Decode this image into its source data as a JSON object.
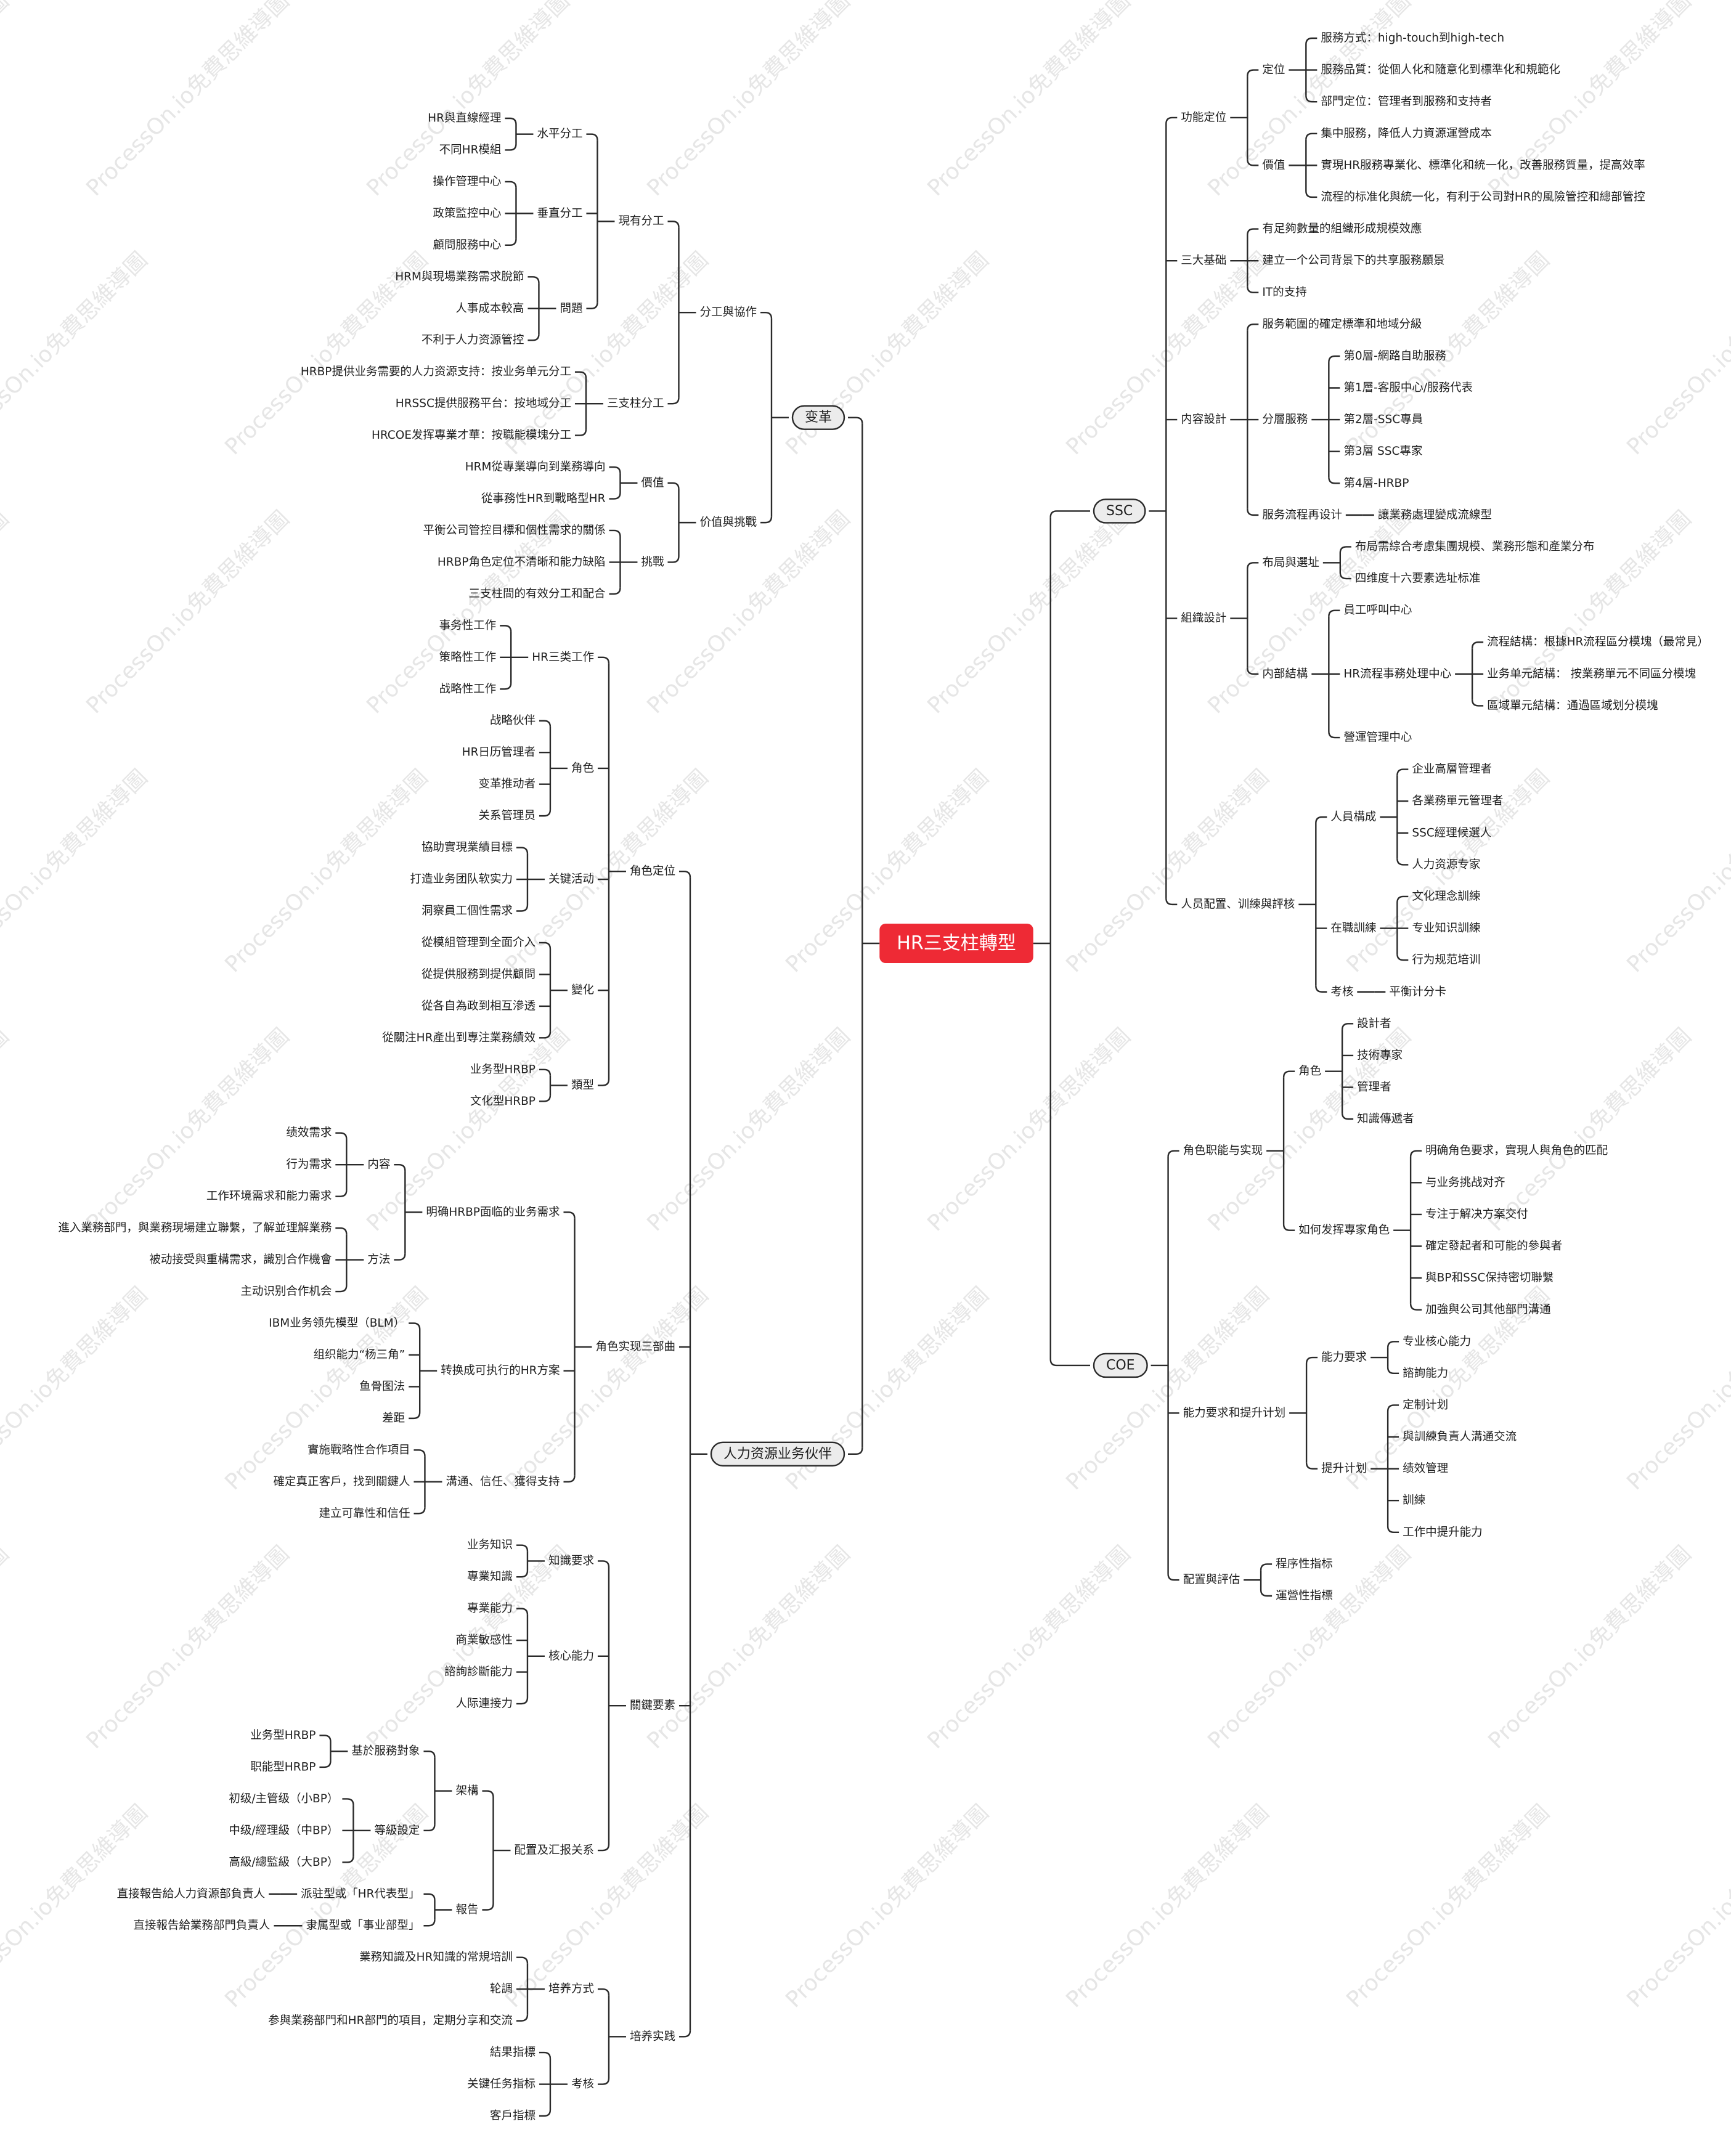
{
  "root": "HR三支柱轉型",
  "watermark": "ProcessOn.io免費思維導圖",
  "style": {
    "root_fill": "#ee2a35",
    "root_text": "#ffffff",
    "line": "#2a2a2a",
    "node_fill": "#ececec",
    "text": "#1f1f1f"
  },
  "left": [
    {
      "label": "变革",
      "children": [
        {
          "label": "分工與協作",
          "children": [
            {
              "label": "現有分工",
              "children": [
                {
                  "label": "水平分工",
                  "children": [
                    {
                      "label": "HR與直線經理"
                    },
                    {
                      "label": "不同HR模組"
                    }
                  ]
                },
                {
                  "label": "垂直分工",
                  "children": [
                    {
                      "label": "操作管理中心"
                    },
                    {
                      "label": "政策監控中心"
                    },
                    {
                      "label": "顧問服務中心"
                    }
                  ]
                },
                {
                  "label": "問題",
                  "children": [
                    {
                      "label": "HRM與現場業務需求脫節"
                    },
                    {
                      "label": "人事成本較高"
                    },
                    {
                      "label": "不利于人力资源管控"
                    }
                  ]
                }
              ]
            },
            {
              "label": "三支柱分工",
              "children": [
                {
                  "label": "HRBP提供业务需要的人力资源支持：按业务单元分工"
                },
                {
                  "label": "HRSSC提供服務平台：按地域分工"
                },
                {
                  "label": "HRCOE发挥專業才華：按職能模塊分工"
                }
              ]
            }
          ]
        },
        {
          "label": "价值與挑戰",
          "children": [
            {
              "label": "價值",
              "children": [
                {
                  "label": "HRM從專業導向到業務導向"
                },
                {
                  "label": "從事務性HR到戰略型HR"
                }
              ]
            },
            {
              "label": "挑戰",
              "children": [
                {
                  "label": "平衡公司管控目標和個性需求的關係"
                },
                {
                  "label": "HRBP角色定位不清晰和能力缺陷"
                },
                {
                  "label": "三支柱間的有效分工和配合"
                }
              ]
            }
          ]
        }
      ]
    },
    {
      "label": "人力资源业务伙伴",
      "children": [
        {
          "label": "角色定位",
          "children": [
            {
              "label": "HR三类工作",
              "children": [
                {
                  "label": "事务性工作"
                },
                {
                  "label": "策略性工作"
                },
                {
                  "label": "战略性工作"
                }
              ]
            },
            {
              "label": "角色",
              "children": [
                {
                  "label": "战略伙伴"
                },
                {
                  "label": "HR日历管理者"
                },
                {
                  "label": "变革推动者"
                },
                {
                  "label": "关系管理员"
                }
              ]
            },
            {
              "label": "关键活动",
              "children": [
                {
                  "label": "協助實現業績目標"
                },
                {
                  "label": "打造业务团队软实力"
                },
                {
                  "label": "洞察員工個性需求"
                }
              ]
            },
            {
              "label": "變化",
              "children": [
                {
                  "label": "從模組管理到全面介入"
                },
                {
                  "label": "從提供服務到提供顧問"
                },
                {
                  "label": "從各自為政到相互滲透"
                },
                {
                  "label": "從關注HR產出到專注業務績效"
                }
              ]
            },
            {
              "label": "類型",
              "children": [
                {
                  "label": "业务型HRBP"
                },
                {
                  "label": "文化型HRBP"
                }
              ]
            }
          ]
        },
        {
          "label": "角色实现三部曲",
          "children": [
            {
              "label": "明确HRBP面临的业务需求",
              "children": [
                {
                  "label": "内容",
                  "children": [
                    {
                      "label": "绩效需求"
                    },
                    {
                      "label": "行为需求"
                    },
                    {
                      "label": "工作环境需求和能力需求"
                    }
                  ]
                },
                {
                  "label": "方法",
                  "children": [
                    {
                      "label": "進入業務部門，與業務現場建立聯繫，了解並理解業務"
                    },
                    {
                      "label": "被动接受與重構需求，識別合作機會"
                    },
                    {
                      "label": "主动识别合作机会"
                    }
                  ]
                }
              ]
            },
            {
              "label": "转换成可执行的HR方案",
              "children": [
                {
                  "label": "IBM业务领先模型（BLM）"
                },
                {
                  "label": "组织能力“杨三角”"
                },
                {
                  "label": "鱼骨图法"
                },
                {
                  "label": "差距"
                }
              ]
            },
            {
              "label": "溝通、信任、獲得支持",
              "children": [
                {
                  "label": "實施戰略性合作項目"
                },
                {
                  "label": "確定真正客戶，找到關鍵人"
                },
                {
                  "label": "建立可靠性和信任"
                }
              ]
            }
          ]
        },
        {
          "label": "關鍵要素",
          "children": [
            {
              "label": "知識要求",
              "children": [
                {
                  "label": "业务知识"
                },
                {
                  "label": "專業知識"
                }
              ]
            },
            {
              "label": "核心能力",
              "children": [
                {
                  "label": "專業能力"
                },
                {
                  "label": "商業敏感性"
                },
                {
                  "label": "諮詢診斷能力"
                },
                {
                  "label": "人际連接力"
                }
              ]
            },
            {
              "label": "配置及汇报关系",
              "children": [
                {
                  "label": "架構",
                  "children": [
                    {
                      "label": "基於服務對象",
                      "children": [
                        {
                          "label": "业务型HRBP"
                        },
                        {
                          "label": "职能型HRBP"
                        }
                      ]
                    },
                    {
                      "label": "等級設定",
                      "children": [
                        {
                          "label": "初级/主管级（小BP）"
                        },
                        {
                          "label": "中级/經理級（中BP）"
                        },
                        {
                          "label": "高級/總監級（大BP）"
                        }
                      ]
                    }
                  ]
                },
                {
                  "label": "報告",
                  "children": [
                    {
                      "label": "派驻型或「HR代表型」",
                      "children": [
                        {
                          "label": "直接報告給人力資源部負責人"
                        }
                      ]
                    },
                    {
                      "label": "隶属型或「事业部型」",
                      "children": [
                        {
                          "label": "直接報告給業務部門負責人"
                        }
                      ]
                    }
                  ]
                }
              ]
            }
          ]
        },
        {
          "label": "培养实践",
          "children": [
            {
              "label": "培养方式",
              "children": [
                {
                  "label": "業務知識及HR知識的常規培訓"
                },
                {
                  "label": "轮調"
                },
                {
                  "label": "参與業務部門和HR部門的項目，定期分享和交流"
                }
              ]
            },
            {
              "label": "考核",
              "children": [
                {
                  "label": "結果指標"
                },
                {
                  "label": "关键任务指标"
                },
                {
                  "label": "客戶指標"
                }
              ]
            }
          ]
        }
      ]
    }
  ],
  "right": [
    {
      "label": "SSC",
      "children": [
        {
          "label": "功能定位",
          "children": [
            {
              "label": "定位",
              "children": [
                {
                  "label": "服務方式：high-touch到high-tech"
                },
                {
                  "label": "服務品質：從個人化和隨意化到標準化和規範化"
                },
                {
                  "label": "部門定位：管理者到服務和支持者"
                }
              ]
            },
            {
              "label": "價值",
              "children": [
                {
                  "label": "集中服務，降低人力資源運營成本"
                },
                {
                  "label": "實現HR服務專業化、標準化和統一化，改善服務質量，提高效率"
                },
                {
                  "label": "流程的标准化與統一化，有利于公司對HR的風險管控和總部管控"
                }
              ]
            }
          ]
        },
        {
          "label": "三大基础",
          "children": [
            {
              "label": "有足夠數量的組織形成規模效應"
            },
            {
              "label": "建立一个公司背景下的共享服務願景"
            },
            {
              "label": "IT的支持"
            }
          ]
        },
        {
          "label": "内容設計",
          "children": [
            {
              "label": "服务範圍的確定標準和地域分級"
            },
            {
              "label": "分層服務",
              "children": [
                {
                  "label": "第0層-網路自助服務"
                },
                {
                  "label": "第1層-客服中心/服務代表"
                },
                {
                  "label": "第2層-SSC專員"
                },
                {
                  "label": "第3層 SSC專家"
                },
                {
                  "label": "第4層-HRBP"
                }
              ]
            },
            {
              "label": "服务流程再设计",
              "children": [
                {
                  "label": "讓業務處理變成流線型"
                }
              ]
            }
          ]
        },
        {
          "label": "組織設計",
          "children": [
            {
              "label": "布局與選址",
              "children": [
                {
                  "label": "布局需綜合考慮集團規模、業務形態和產業分布"
                },
                {
                  "label": "四维度十六要素选址标准"
                }
              ]
            },
            {
              "label": "内部結構",
              "children": [
                {
                  "label": "員工呼叫中心"
                },
                {
                  "label": "HR流程事務处理中心",
                  "children": [
                    {
                      "label": "流程結構：根據HR流程區分模塊（最常見）"
                    },
                    {
                      "label": "业务单元結構： 按業務單元不同區分模塊"
                    },
                    {
                      "label": "區域單元結構：通過區域划分模塊"
                    }
                  ]
                },
                {
                  "label": "營運管理中心"
                }
              ]
            }
          ]
        },
        {
          "label": "人员配置、训練與評核",
          "children": [
            {
              "label": "人員構成",
              "children": [
                {
                  "label": "企业高層管理者"
                },
                {
                  "label": "各業務單元管理者"
                },
                {
                  "label": "SSC經理候選人"
                },
                {
                  "label": "人力资源专家"
                }
              ]
            },
            {
              "label": "在職訓練",
              "children": [
                {
                  "label": "文化理念訓練"
                },
                {
                  "label": "专业知识訓練"
                },
                {
                  "label": "行为规范培训"
                }
              ]
            },
            {
              "label": "考核",
              "children": [
                {
                  "label": "平衡计分卡"
                }
              ]
            }
          ]
        }
      ]
    },
    {
      "label": "COE",
      "children": [
        {
          "label": "角色职能与实现",
          "children": [
            {
              "label": "角色",
              "children": [
                {
                  "label": "設計者"
                },
                {
                  "label": "技術專家"
                },
                {
                  "label": "管理者"
                },
                {
                  "label": "知識傳遞者"
                }
              ]
            },
            {
              "label": "如何发挥專家角色",
              "children": [
                {
                  "label": "明确角色要求，實現人與角色的匹配"
                },
                {
                  "label": "与业务挑战对齐"
                },
                {
                  "label": "专注于解决方案交付"
                },
                {
                  "label": "確定發起者和可能的參與者"
                },
                {
                  "label": "與BP和SSC保持密切聯繫"
                },
                {
                  "label": "加強與公司其他部門溝通"
                }
              ]
            }
          ]
        },
        {
          "label": "能力要求和提升计划",
          "children": [
            {
              "label": "能力要求",
              "children": [
                {
                  "label": "专业核心能力"
                },
                {
                  "label": "諮詢能力"
                }
              ]
            },
            {
              "label": "提升计划",
              "children": [
                {
                  "label": "定制计划"
                },
                {
                  "label": "與訓練負責人溝通交流"
                },
                {
                  "label": "绩效管理"
                },
                {
                  "label": "訓練"
                },
                {
                  "label": "工作中提升能力"
                }
              ]
            }
          ]
        },
        {
          "label": "配置與評估",
          "children": [
            {
              "label": "程序性指标"
            },
            {
              "label": "運營性指標"
            }
          ]
        }
      ]
    }
  ]
}
